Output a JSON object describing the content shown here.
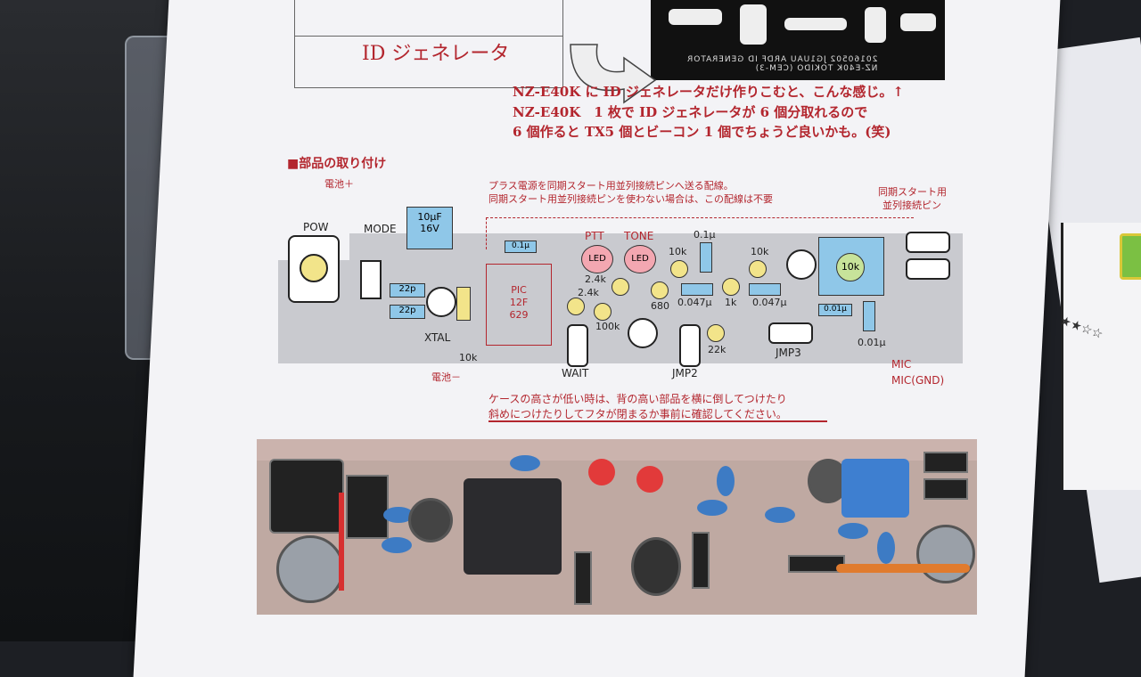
{
  "document": {
    "title": "ID ジェネレータ",
    "pcb_label_line1": "20160502 JG1UAU ARDF ID GENERATOR",
    "pcb_label_line2": "NZ-E40K TOKIDO (CEM-3)",
    "notes": [
      "NZ-E40K に ID ジェネレータだけ作りこむと、こんな感じ。↑",
      "NZ-E40K　1 枚で ID ジェネレータが 6 個分取れるので",
      "6 個作ると TX5 個とビーコン 1 個でちょうど良いかも。(笑)"
    ],
    "section_heading": "■部品の取り付け",
    "wiring_note_line1": "プラス電源を同期スタート用並列接続ピンへ送る配線。",
    "wiring_note_line2": "同期スタート用並列接続ピンを使わない場合は、この配線は不要",
    "sync_pins_label_line1": "同期スタート用",
    "sync_pins_label_line2": "並列接続ピン",
    "caution_line1": "ケースの高さが低い時は、背の高い部品を横に倒してつけたり",
    "caution_line2": "斜めにつけたりしてフタが閉まるか事前に確認してください。"
  },
  "diagram_labels": {
    "battery_plus": "電池＋",
    "battery_minus": "電池－",
    "pow": "POW",
    "mode": "MODE",
    "cap_electrolytic_1": "10μF",
    "cap_electrolytic_2": "16V",
    "cap_22p_a": "22p",
    "cap_22p_b": "22p",
    "xtal": "XTAL",
    "res_10k_a": "10k",
    "cap_01_a": "0.1μ",
    "pic_1": "PIC",
    "pic_2": "12F",
    "pic_3": "629",
    "ptt": "PTT",
    "tone": "TONE",
    "led_a": "LED",
    "led_b": "LED",
    "res_24k_a": "2.4k",
    "res_24k_b": "2.4k",
    "res_100k": "100k",
    "res_680": "680",
    "wait": "WAIT",
    "res_10k_b": "10k",
    "cap_01_b": "0.1μ",
    "cap_0047_a": "0.047μ",
    "res_1k": "1k",
    "jmp2": "JMP2",
    "res_22k": "22k",
    "res_10k_c": "10k",
    "cap_0047_b": "0.047μ",
    "jmp3": "JMP3",
    "trimmer": "10k",
    "cap_001_a": "0.01μ",
    "cap_001_b": "0.01μ",
    "mic": "MIC",
    "mic_gnd": "MIC(GND)"
  },
  "colors": {
    "accent_red": "#b3262e",
    "part_blue": "#8fc7e8",
    "board_gray": "#c9cacf"
  }
}
